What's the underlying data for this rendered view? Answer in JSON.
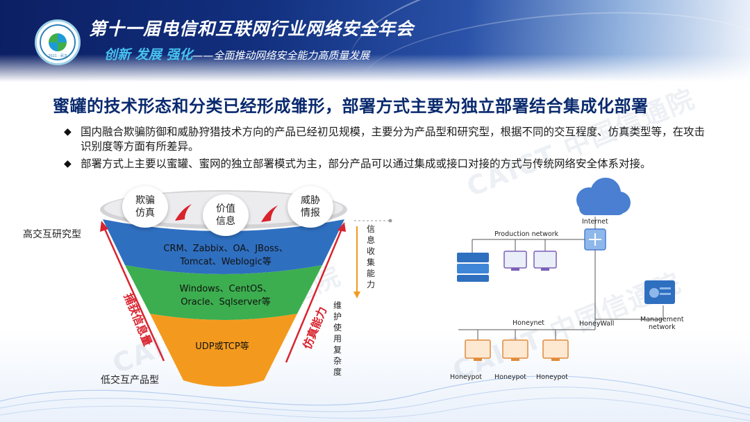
{
  "header": {
    "conference_title": "第十一届电信和互联网行业网络安全年会",
    "subtitle_emph": "创新 发展 强化",
    "subtitle_rest": "——全面推动网络安全能力高质量发展",
    "logo_year": "2021 · 武汉"
  },
  "slide": {
    "title": "蜜罐的技术形态和分类已经形成雏形，部署方式主要为独立部署结合集成化部署",
    "bullets": [
      "国内融合欺骗防御和威胁狩猎技术方向的产品已经初见规模，主要分为产品型和研究型，根据不同的交互程度、仿真类型等，在攻击识别度等方面有所差异。",
      "部署方式上主要以蜜罐、蜜网的独立部署模式为主，部分产品可以通过集成或接口对接的方式与传统网络安全体系对接。"
    ]
  },
  "funnel": {
    "top_label": "高交互研究型",
    "bottom_label": "低交互产品型",
    "bubbles": [
      "欺骗\n仿真",
      "价值\n信息",
      "威胁\n情报"
    ],
    "layers": [
      {
        "text": "CRM、Zabbix、OA、JBoss、\nTomcat、Weblogic等",
        "color": "#2f6fc0"
      },
      {
        "text": "Windows、CentOS、\nOracle、Sqlserver等",
        "color": "#3cae4f"
      },
      {
        "text": "UDP或TCP等",
        "color": "#f39a1e"
      }
    ],
    "left_arrow_label": "捕获信息量",
    "right_arrow_label": "仿真能力",
    "info_capability": "信息收集能力",
    "maintenance_complexity": "维护使用复杂度"
  },
  "network": {
    "internet": "Internet",
    "production": "Production network",
    "honeynet": "Honeynet",
    "honeywall": "HoneyWall",
    "management": "Management\nnetwork",
    "honeypots": [
      "Honeypot",
      "Honeypot",
      "Honeypot"
    ]
  },
  "watermark": "CAICT 中国信通院",
  "colors": {
    "title_blue": "#0a2a6e",
    "funnel_blue": "#2f6fc0",
    "funnel_green": "#3cae4f",
    "funnel_orange": "#f39a1e",
    "red_accent": "#d9232e"
  }
}
